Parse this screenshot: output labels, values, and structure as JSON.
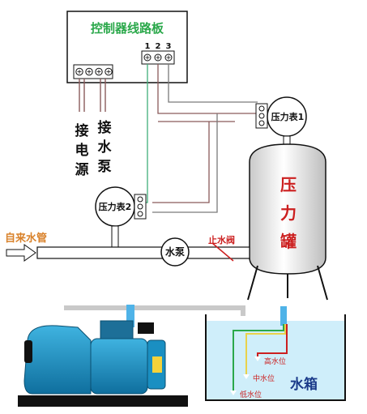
{
  "control_board": {
    "title": "控制器线路板",
    "terminals": [
      "1",
      "2",
      "3"
    ]
  },
  "labels": {
    "power": "接电源",
    "pump_wire": "接水泵",
    "gauge1": "压力表1",
    "gauge2": "压力表2",
    "tank": "压力罐",
    "inlet": "自来水管",
    "pump": "水泵",
    "check_valve": "止水阀",
    "water_box": "水箱",
    "high_level": "高水位",
    "mid_level": "中水位",
    "low_level": "低水位"
  },
  "colors": {
    "title_green": "#2aa84a",
    "red_text": "#cc1f1f",
    "orange_text": "#d9822b",
    "wire_green": "#3fae79",
    "wire_brown": "#8a5a5a",
    "wire_gray": "#7a7a7a",
    "water_blue": "#cfeefa",
    "pump_blue": "#1a8fc2"
  }
}
